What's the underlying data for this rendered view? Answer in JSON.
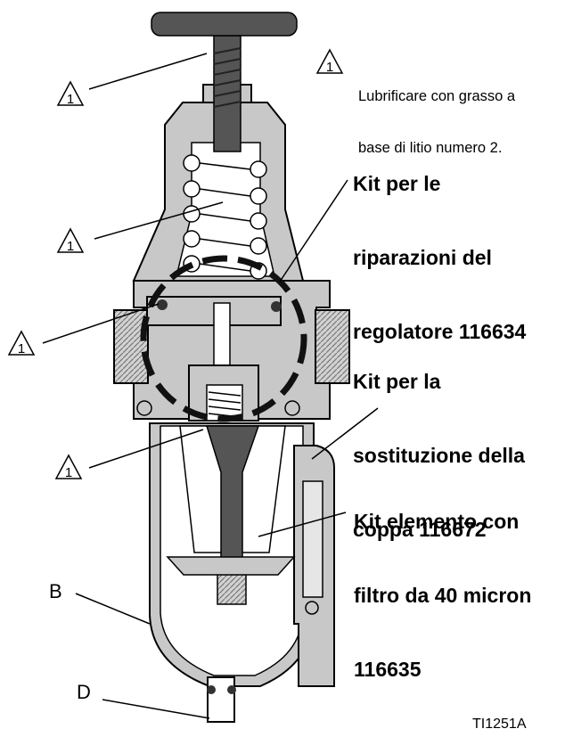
{
  "note": {
    "marker": "1",
    "text_line1": "Lubrificare con grasso a",
    "text_line2": "base di litio numero 2."
  },
  "callouts": {
    "regulator_kit": {
      "line1": "Kit per le",
      "line2": "riparazioni del",
      "line3": "regolatore 116634"
    },
    "bowl_kit": {
      "line1": "Kit per la",
      "line2": "sostituzione della",
      "line3": "coppa 116672"
    },
    "filter_kit": {
      "line1": "Kit elemento con",
      "line2": "filtro da 40 micron",
      "line3": "116635"
    }
  },
  "lube_markers": [
    "1",
    "1",
    "1",
    "1"
  ],
  "labels": {
    "b": "B",
    "d": "D"
  },
  "figure_code": "TI1251A",
  "colors": {
    "outline": "#000000",
    "body_gray": "#c8c8c8",
    "dark_gray": "#555555",
    "light_gray": "#e6e6e6"
  }
}
